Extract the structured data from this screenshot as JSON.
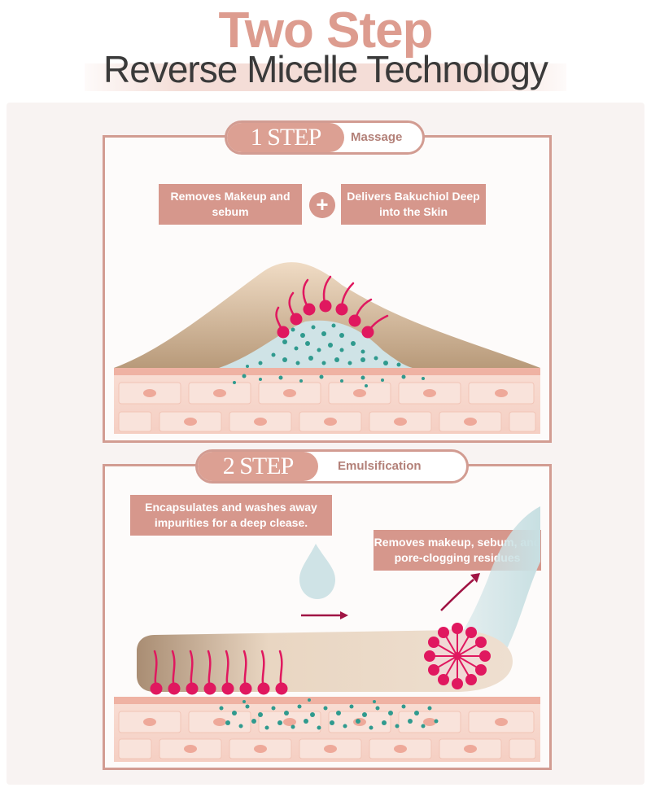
{
  "header": {
    "title": "Two Step",
    "subtitle": "Reverse Micelle Technology"
  },
  "step1": {
    "number": "1 STEP",
    "label": "Massage",
    "tag_left": "Removes Makeup and sebum",
    "plus": "+",
    "tag_right": "Delivers Bakuchiol Deep into the Skin"
  },
  "step2": {
    "number": "2 STEP",
    "label": "Emulsification",
    "tag_left": "Encapsulates and washes away impurities for a deep clease.",
    "tag_right": "Removes makeup, sebum, and pore-clogging residues"
  },
  "colors": {
    "accent": "#d29c92",
    "tag": "#d6978c",
    "micelle": "#e0185f",
    "particle": "#2f9a8e",
    "skin": "#f6d3c8",
    "cell": "#eea99a",
    "oil": "#e8cfb4",
    "water": "#cfe3e6"
  }
}
